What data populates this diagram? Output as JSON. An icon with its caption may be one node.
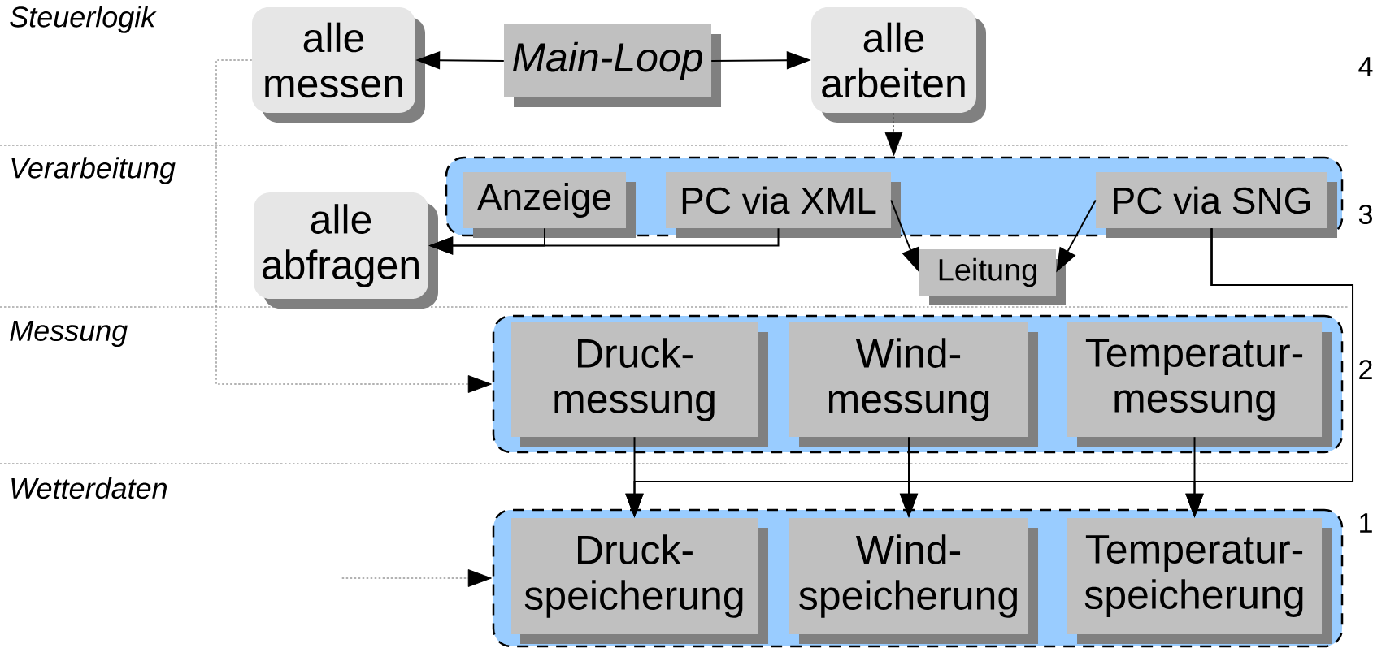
{
  "diagram": {
    "nodes": [
      {
        "text": [
          "alle messen"
        ]
      },
      {
        "text": [
          "*Main-Loop*"
        ]
      },
      {
        "text": [
          "alle arbeiten"
        ]
      },
      {
        "text": [],
        "shape": "box"
      },
      {
        "text": [
          "Anzeige"
        ],
        "in": 3
      },
      {
        "text": [
          "PC via XML"
        ],
        "in": 3
      },
      {
        "text": [
          "PC via SNG"
        ],
        "in": 3
      },
      {
        "text": [
          "alle abfragen"
        ]
      },
      {
        "text": [
          "Leitung"
        ]
      },
      {
        "text": [],
        "shape": "box"
      },
      {
        "text": [
          "Druck- messung"
        ],
        "in": 9
      },
      {
        "text": [
          "Wind- messung"
        ],
        "in": 9
      },
      {
        "text": [
          "Temperatur- messung"
        ],
        "in": 9
      },
      {
        "text": [],
        "shape": "box"
      },
      {
        "text": [
          "Druck- speicherung"
        ],
        "in": 13
      },
      {
        "text": [
          "Wind- speicherung"
        ],
        "in": 13
      },
      {
        "text": [
          "Temperatur- speicherung"
        ],
        "in": 13
      }
    ],
    "edges": [
      {
        "from": 1,
        "to": 0,
        "arrow": "to"
      },
      {
        "from": 1,
        "to": 2,
        "arrow": "to"
      },
      {
        "from": 2,
        "to": 3,
        "arrow": "to",
        "style": "dashed"
      },
      {
        "from": 4,
        "to": 7,
        "arrow": "to"
      },
      {
        "from": 5,
        "to": 7,
        "arrow": "to"
      },
      {
        "from": 5,
        "to": 8,
        "arrow": "to"
      },
      {
        "from": 6,
        "to": 8,
        "arrow": "to"
      },
      {
        "from": 6,
        "to": 14,
        "arrow": "to"
      },
      {
        "from": 6,
        "to": 15,
        "arrow": "to"
      },
      {
        "from": 6,
        "to": 16,
        "arrow": "to"
      },
      {
        "from": 10,
        "to": 14,
        "arrow": "to"
      },
      {
        "from": 11,
        "to": 15,
        "arrow": "to"
      },
      {
        "from": 12,
        "to": 16,
        "arrow": "to"
      },
      {
        "from": 0,
        "to": 9,
        "arrow": "to",
        "style": "dashed"
      },
      {
        "from": 7,
        "to": 13,
        "arrow": "to",
        "style": "dashed"
      }
    ],
    "labels": [
      "Steuerlogik",
      "4",
      "Verarbeitung",
      "3",
      "Messung",
      "2",
      "Wetterdaten",
      "1"
    ]
  }
}
